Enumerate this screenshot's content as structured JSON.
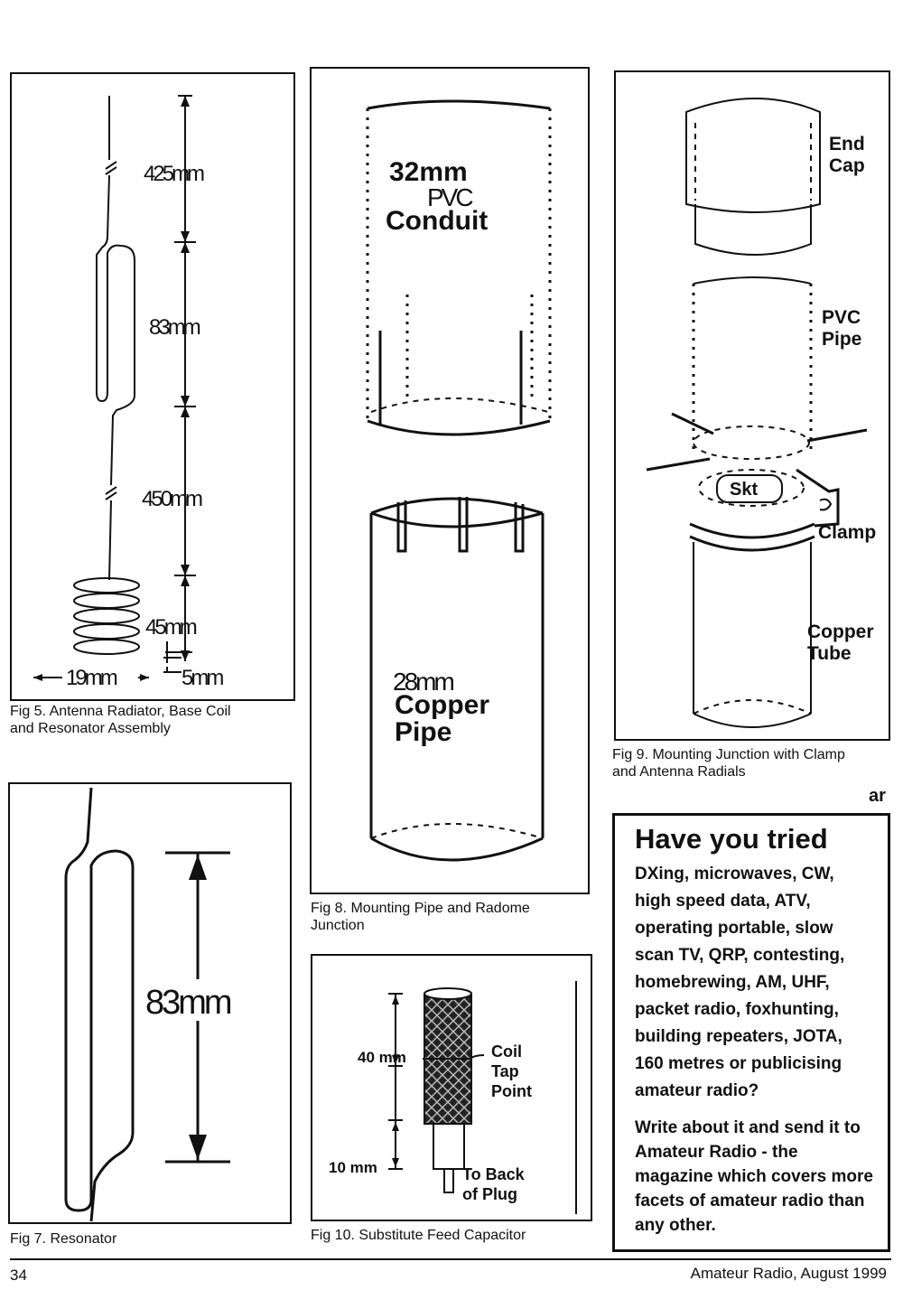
{
  "fig5": {
    "caption": "Fig 5. Antenna Radiator, Base Coil\nand Resonator Assembly",
    "dims": [
      "425mm",
      "83mm",
      "450mm",
      "45mm",
      "5mm",
      "19mm"
    ]
  },
  "fig7": {
    "caption": "Fig 7. Resonator",
    "dim": "83mm"
  },
  "fig8": {
    "caption": "Fig 8. Mounting Pipe and Radome\nJunction",
    "pvc_size": "32mm",
    "pvc_type": "PVC",
    "pvc_name": "Conduit",
    "copper_size": "28mm",
    "copper_name_1": "Copper",
    "copper_name_2": "Pipe"
  },
  "fig9": {
    "caption": "Fig 9. Mounting Junction with Clamp\nand Antenna Radials",
    "end_cap_1": "End",
    "end_cap_2": "Cap",
    "pvc_1": "PVC",
    "pvc_2": "Pipe",
    "skt": "Skt",
    "clamp": "Clamp",
    "copper_1": "Copper",
    "copper_2": "Tube"
  },
  "fig10": {
    "caption": "Fig 10. Substitute Feed Capacitor",
    "dim_40": "40 mm",
    "dim_10": "10 mm",
    "coil_1": "Coil",
    "coil_2": "Tap",
    "coil_3": "Point",
    "back_1": "To Back",
    "back_2": "of Plug"
  },
  "ar_mark": "ar",
  "ad": {
    "headline": "Have you tried",
    "body": "DXing, microwaves, CW, high speed data, ATV, operating portable, slow scan TV, QRP, contesting, homebrewing, AM, UHF, packet radio, foxhunting, building repeaters, JOTA, 160 metres or publicising amateur radio?",
    "cta": "Write about it and send it to Amateur Radio - the magazine which covers more facets of amateur radio than any other."
  },
  "footer": {
    "page": "34",
    "magazine": "Amateur Radio, August 1999"
  }
}
